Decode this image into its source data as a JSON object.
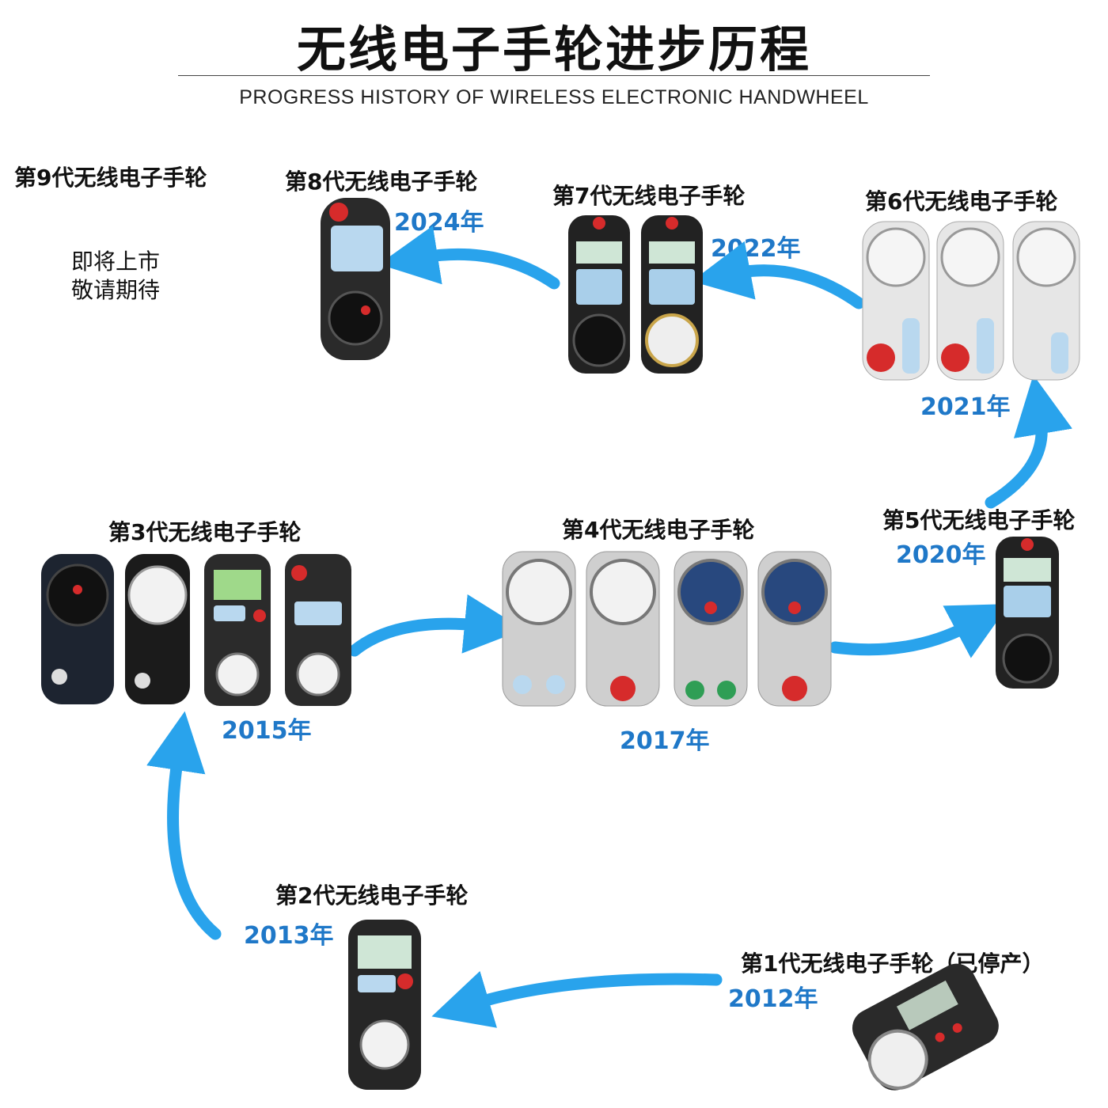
{
  "header": {
    "title": "无线电子手轮进步历程",
    "subtitle": "PROGRESS HISTORY OF WIRELESS ELECTRONIC HANDWHEEL"
  },
  "generations": [
    {
      "label": "第1代无线电子手轮（已停产）",
      "year": "2012年"
    },
    {
      "label": "第2代无线电子手轮",
      "year": "2013年"
    },
    {
      "label": "第3代无线电子手轮",
      "year": "2015年"
    },
    {
      "label": "第4代无线电子手轮",
      "year": "2017年"
    },
    {
      "label": "第5代无线电子手轮",
      "year": "2020年"
    },
    {
      "label": "第6代无线电子手轮",
      "year": "2021年"
    },
    {
      "label": "第7代无线电子手轮",
      "year": "2022年"
    },
    {
      "label": "第8代无线电子手轮",
      "year": "2024年"
    },
    {
      "label": "第9代无线电子手轮",
      "note_line1": "即将上市",
      "note_line2": "敬请期待"
    }
  ],
  "colors": {
    "arrow": "#29a3ec",
    "year": "#1f78c8",
    "text": "#111111"
  },
  "icons": {
    "device": "handwheel-device-icon"
  }
}
